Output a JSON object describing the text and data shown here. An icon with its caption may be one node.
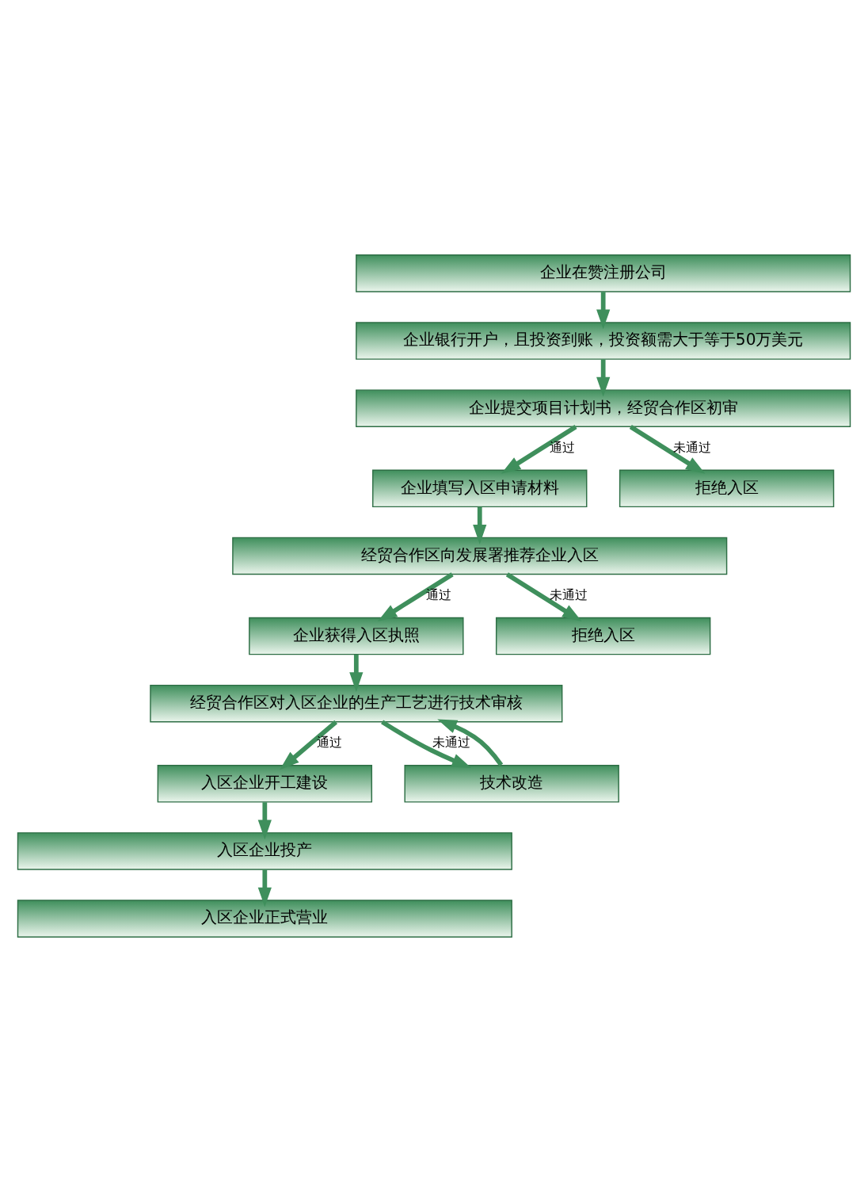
{
  "diagram": {
    "nodes": [
      {
        "text": [
          "企业在赞注册公司"
        ]
      },
      {
        "text": [
          "企业银行开户，且投资到账，投资额需大于等于50万美元"
        ]
      },
      {
        "text": [
          "企业提交项目计划书，经贸合作区初审"
        ]
      },
      {
        "text": [
          "企业填写入区申请材料"
        ]
      },
      {
        "text": [
          "拒绝入区"
        ]
      },
      {
        "text": [
          "经贸合作区向发展署推荐企业入区"
        ]
      },
      {
        "text": [
          "企业获得入区执照"
        ]
      },
      {
        "text": [
          "拒绝入区"
        ]
      },
      {
        "text": [
          "经贸合作区对入区企业的生产工艺进行技术审核"
        ]
      },
      {
        "text": [
          "入区企业开工建设"
        ]
      },
      {
        "text": [
          "技术改造"
        ]
      },
      {
        "text": [
          "入区企业投产"
        ]
      },
      {
        "text": [
          "入区企业正式营业"
        ]
      }
    ],
    "edges": [
      {
        "from": 0,
        "to": 1,
        "arrow": "to"
      },
      {
        "from": 1,
        "to": 2,
        "arrow": "to"
      },
      {
        "from": 2,
        "to": 3,
        "arrow": "to",
        "label": "通过"
      },
      {
        "from": 2,
        "to": 4,
        "arrow": "to",
        "label": "未通过"
      },
      {
        "from": 3,
        "to": 5,
        "arrow": "to"
      },
      {
        "from": 5,
        "to": 6,
        "arrow": "to",
        "label": "通过"
      },
      {
        "from": 5,
        "to": 7,
        "arrow": "to",
        "label": "未通过"
      },
      {
        "from": 6,
        "to": 8,
        "arrow": "to"
      },
      {
        "from": 8,
        "to": 9,
        "arrow": "to",
        "label": "通过"
      },
      {
        "from": 8,
        "to": 10,
        "arrow": "to",
        "label": "未通过"
      },
      {
        "from": 10,
        "to": 8,
        "arrow": "to"
      },
      {
        "from": 9,
        "to": 11,
        "arrow": "to"
      },
      {
        "from": 11,
        "to": 12,
        "arrow": "to"
      }
    ]
  }
}
